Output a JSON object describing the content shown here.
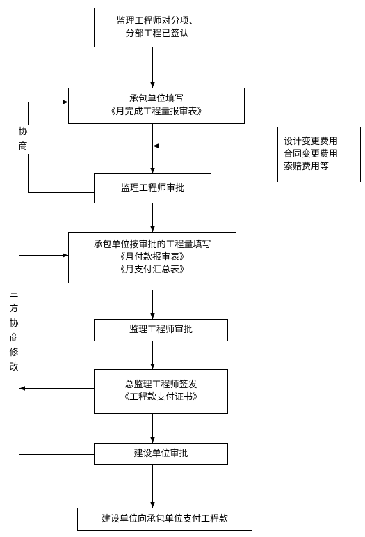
{
  "nodes": {
    "n1": [
      "监理工程师对分项、",
      "分部工程已签认"
    ],
    "n2": [
      "承包单位填写",
      "《月完成工程量报审表》"
    ],
    "n3": [
      "设计变更费用",
      "合同变更费用",
      "索赔费用等"
    ],
    "n4": [
      "监理工程师审批"
    ],
    "n5": [
      "承包单位按审批的工程量填写",
      "《月付款报审表》",
      "《月支付汇总表》"
    ],
    "n6": [
      "监理工程师审批"
    ],
    "n7": [
      "总监理工程师签发",
      "《工程款支付证书》"
    ],
    "n8": [
      "建设单位审批"
    ],
    "n9": [
      "建设单位向承包单位支付工程款"
    ]
  },
  "labels": {
    "negotiate": [
      "协",
      "商"
    ],
    "tripartite": [
      "三",
      "方",
      "协",
      "商",
      "修",
      "改"
    ]
  },
  "colors": {
    "line": "#000000",
    "box_border": "#000000",
    "background": "#ffffff"
  }
}
